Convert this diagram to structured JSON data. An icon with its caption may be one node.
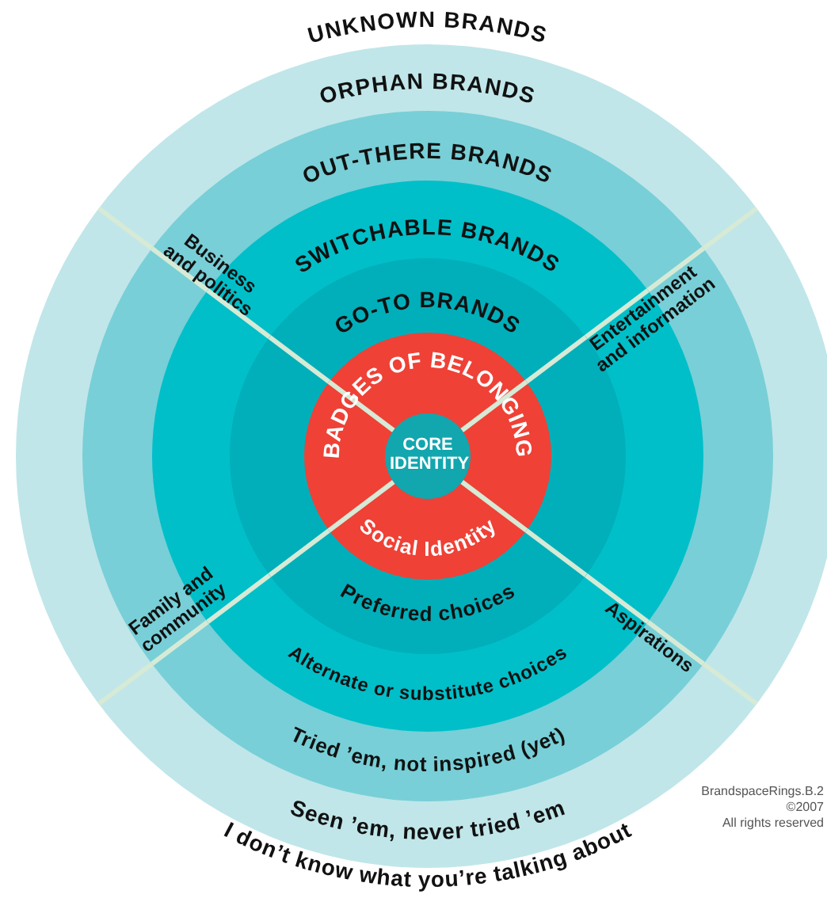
{
  "diagram": {
    "nodes": [
      {
        "text": [
          "ORPHAN BRANDS",
          "Seen ’em, never tried ’em"
        ]
      },
      {
        "text": [
          "OUT-THERE BRANDS",
          "Tried ’em, not inspired (yet)"
        ],
        "in": 0
      },
      {
        "text": [
          "SWITCHABLE BRANDS",
          "Alternate or substitute choices"
        ],
        "in": 1
      },
      {
        "text": [
          "GO-TO BRANDS",
          "Preferred choices"
        ],
        "in": 2
      },
      {
        "text": [
          "BADGES OF BELONGING",
          "Social Identity"
        ],
        "in": 3
      },
      {
        "text": [
          "CORE IDENTITY"
        ],
        "in": 4
      }
    ],
    "edges": [],
    "labels": [
      "UNKNOWN BRANDS",
      "Business and politics",
      "Entertainment and information",
      "Family and community",
      "Aspirations",
      "I don’t know what you’re talking about",
      "BrandspaceRings.B.2",
      "©2007",
      "All rights reserved"
    ]
  }
}
